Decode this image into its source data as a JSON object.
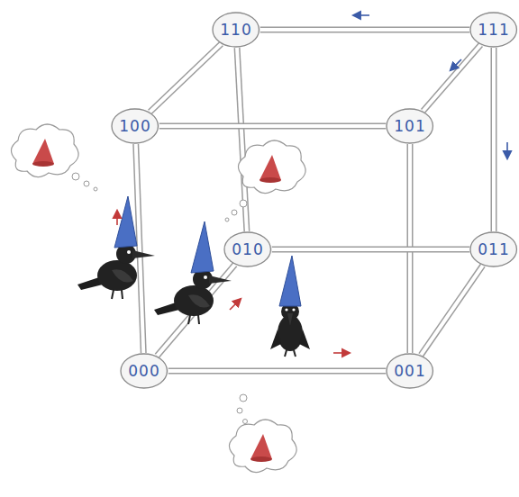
{
  "diagram": {
    "nodes": [
      {
        "text": [
          "110"
        ]
      },
      {
        "text": [
          "111"
        ]
      },
      {
        "text": [
          "100"
        ]
      },
      {
        "text": [
          "101"
        ]
      },
      {
        "text": [
          "010"
        ]
      },
      {
        "text": [
          "011"
        ]
      },
      {
        "text": [
          "000"
        ]
      },
      {
        "text": [
          "001"
        ]
      }
    ],
    "edges": [
      {
        "from": 0,
        "to": 1,
        "arrow": "none"
      },
      {
        "from": 0,
        "to": 2,
        "arrow": "none"
      },
      {
        "from": 0,
        "to": 4,
        "arrow": "none"
      },
      {
        "from": 1,
        "to": 3,
        "arrow": "none"
      },
      {
        "from": 1,
        "to": 5,
        "arrow": "none"
      },
      {
        "from": 2,
        "to": 3,
        "arrow": "none"
      },
      {
        "from": 2,
        "to": 6,
        "arrow": "none"
      },
      {
        "from": 3,
        "to": 7,
        "arrow": "none"
      },
      {
        "from": 4,
        "to": 5,
        "arrow": "none"
      },
      {
        "from": 4,
        "to": 6,
        "arrow": "none"
      },
      {
        "from": 5,
        "to": 7,
        "arrow": "none"
      },
      {
        "from": 6,
        "to": 7,
        "arrow": "none"
      }
    ]
  }
}
